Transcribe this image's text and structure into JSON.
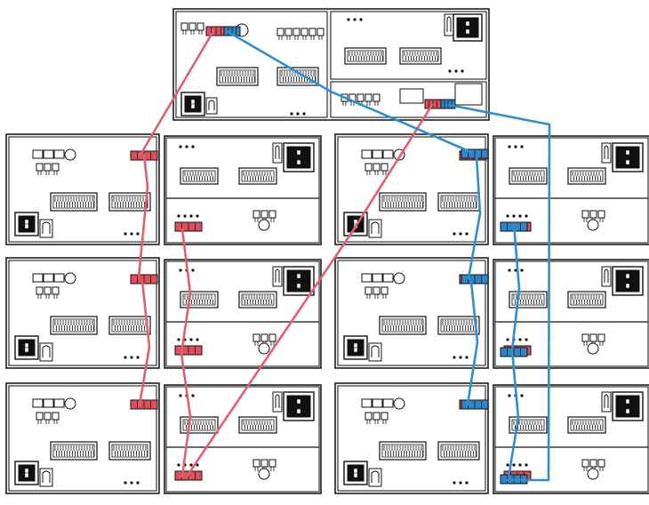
{
  "diagram": {
    "kind": "storage-enclosure-cabling",
    "colors": {
      "line": "#111111",
      "panel_fill": "#ffffff",
      "enclosure_fill": "#f4f4f4",
      "cable_a": "#e06070",
      "cable_b": "#2f8fd0",
      "port_a": "#e0505c",
      "port_b": "#2e86c8"
    },
    "controller": {
      "name": "controller-enclosure"
    },
    "expansion_trays": [
      {
        "name": "tray-left-1"
      },
      {
        "name": "tray-right-1"
      },
      {
        "name": "tray-left-2"
      },
      {
        "name": "tray-right-2"
      },
      {
        "name": "tray-left-3"
      },
      {
        "name": "tray-right-3"
      }
    ],
    "cables": [
      {
        "name": "cable-a-controller-to-left-1",
        "color": "red"
      },
      {
        "name": "cable-a-left-1-to-left-2",
        "color": "red"
      },
      {
        "name": "cable-a-left-2-to-left-3",
        "color": "red"
      },
      {
        "name": "cable-a-left-iom-chain",
        "color": "red"
      },
      {
        "name": "cable-a-controller-to-left-3-iom",
        "color": "red"
      },
      {
        "name": "cable-b-controller-to-right-1",
        "color": "blue"
      },
      {
        "name": "cable-b-right-1-to-right-2",
        "color": "blue"
      },
      {
        "name": "cable-b-right-2-to-right-3",
        "color": "blue"
      },
      {
        "name": "cable-b-right-iom-chain",
        "color": "blue"
      },
      {
        "name": "cable-b-controller-to-right-3-iom",
        "color": "blue"
      }
    ]
  }
}
